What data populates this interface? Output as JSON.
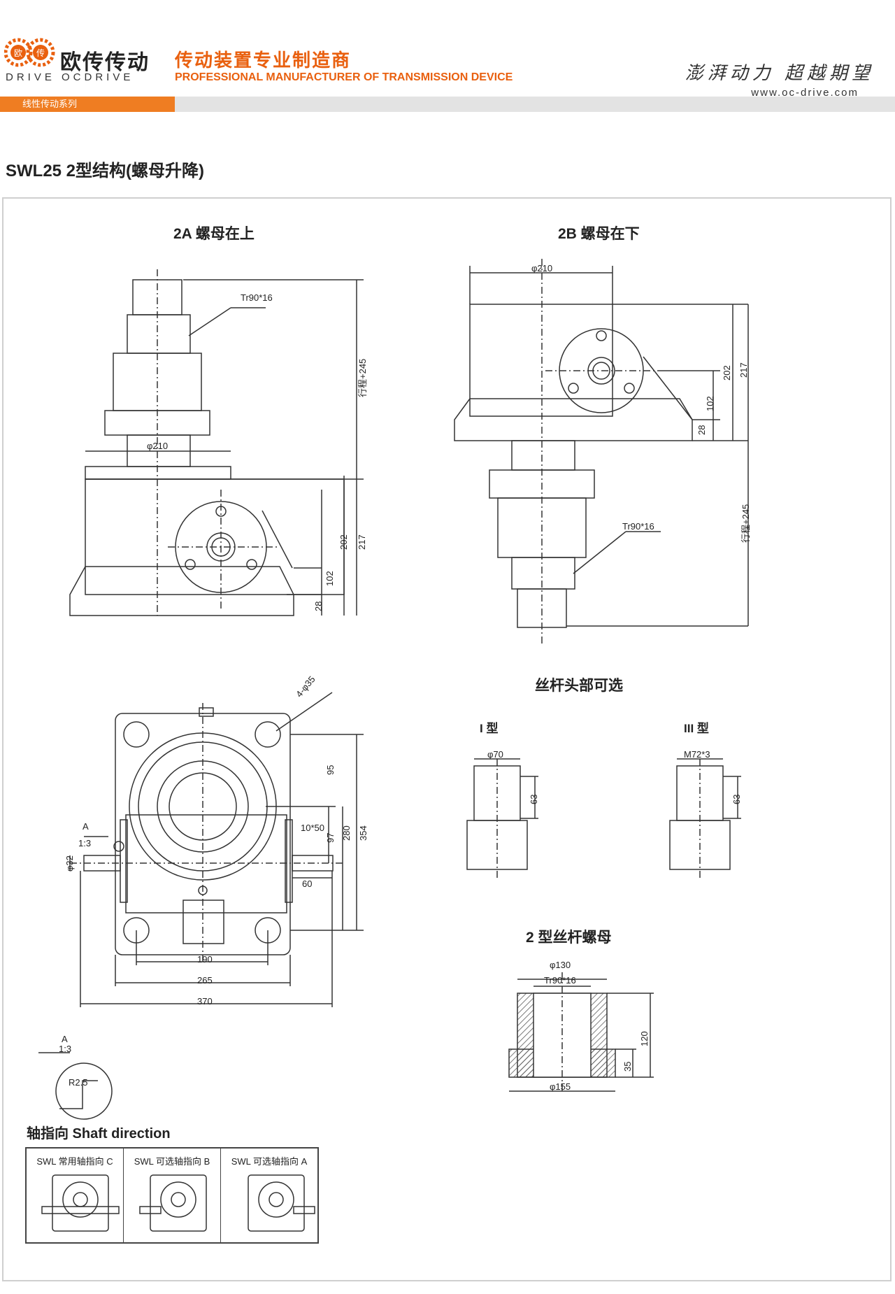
{
  "header": {
    "brand_cn": "欧传传动",
    "brand_en": "DRIVE OCDRIVE",
    "logo_chars": [
      "欧",
      "传"
    ],
    "tagline_cn": "传动装置专业制造商",
    "tagline_en": "PROFESSIONAL MANUFACTURER OF TRANSMISSION DEVICE",
    "slogan": "澎湃动力 超越期望",
    "website": "www.oc-drive.com",
    "series": "线性传动系列",
    "accent_color": "#e9600f"
  },
  "page_title": "SWL25  2型结构(螺母升降)",
  "views": {
    "a2": {
      "title": "2A 螺母在上",
      "thread": "Tr90*16",
      "dia": "φ210",
      "stroke": "行程+245",
      "h217": "217",
      "h202": "202",
      "h102": "102",
      "h28": "28"
    },
    "b2": {
      "title": "2B 螺母在下",
      "thread": "Tr90*16",
      "dia": "φ210",
      "stroke": "行程+245",
      "h217": "217",
      "h202": "202",
      "h102": "102",
      "h28": "28"
    },
    "plan": {
      "holes": "4-φ35",
      "d95": "95",
      "d280": "280",
      "d354": "354",
      "d97": "97",
      "key": "10*50",
      "d60": "60",
      "d32": "φ32",
      "w190": "190",
      "w265": "265",
      "w370": "370",
      "detail_label": "A",
      "detail_scale": "1:3"
    },
    "detail": {
      "label": "A",
      "scale": "1:3",
      "radius": "R2.5"
    },
    "heads": {
      "title": "丝杆头部可选",
      "type1": "I 型",
      "type1_dia": "φ70",
      "type1_len": "63",
      "type3": "III 型",
      "type3_thread": "M72*3",
      "type3_len": "63"
    },
    "nut": {
      "title": "2 型丝杆螺母",
      "d130": "φ130",
      "thread": "Tr90*16",
      "h120": "120",
      "h35": "35",
      "d155": "φ155"
    }
  },
  "shaft": {
    "title": "轴指向  Shaft direction",
    "options": [
      "SWL 常用轴指向 C",
      "SWL 可选轴指向 B",
      "SWL 可选轴指向 A"
    ]
  }
}
